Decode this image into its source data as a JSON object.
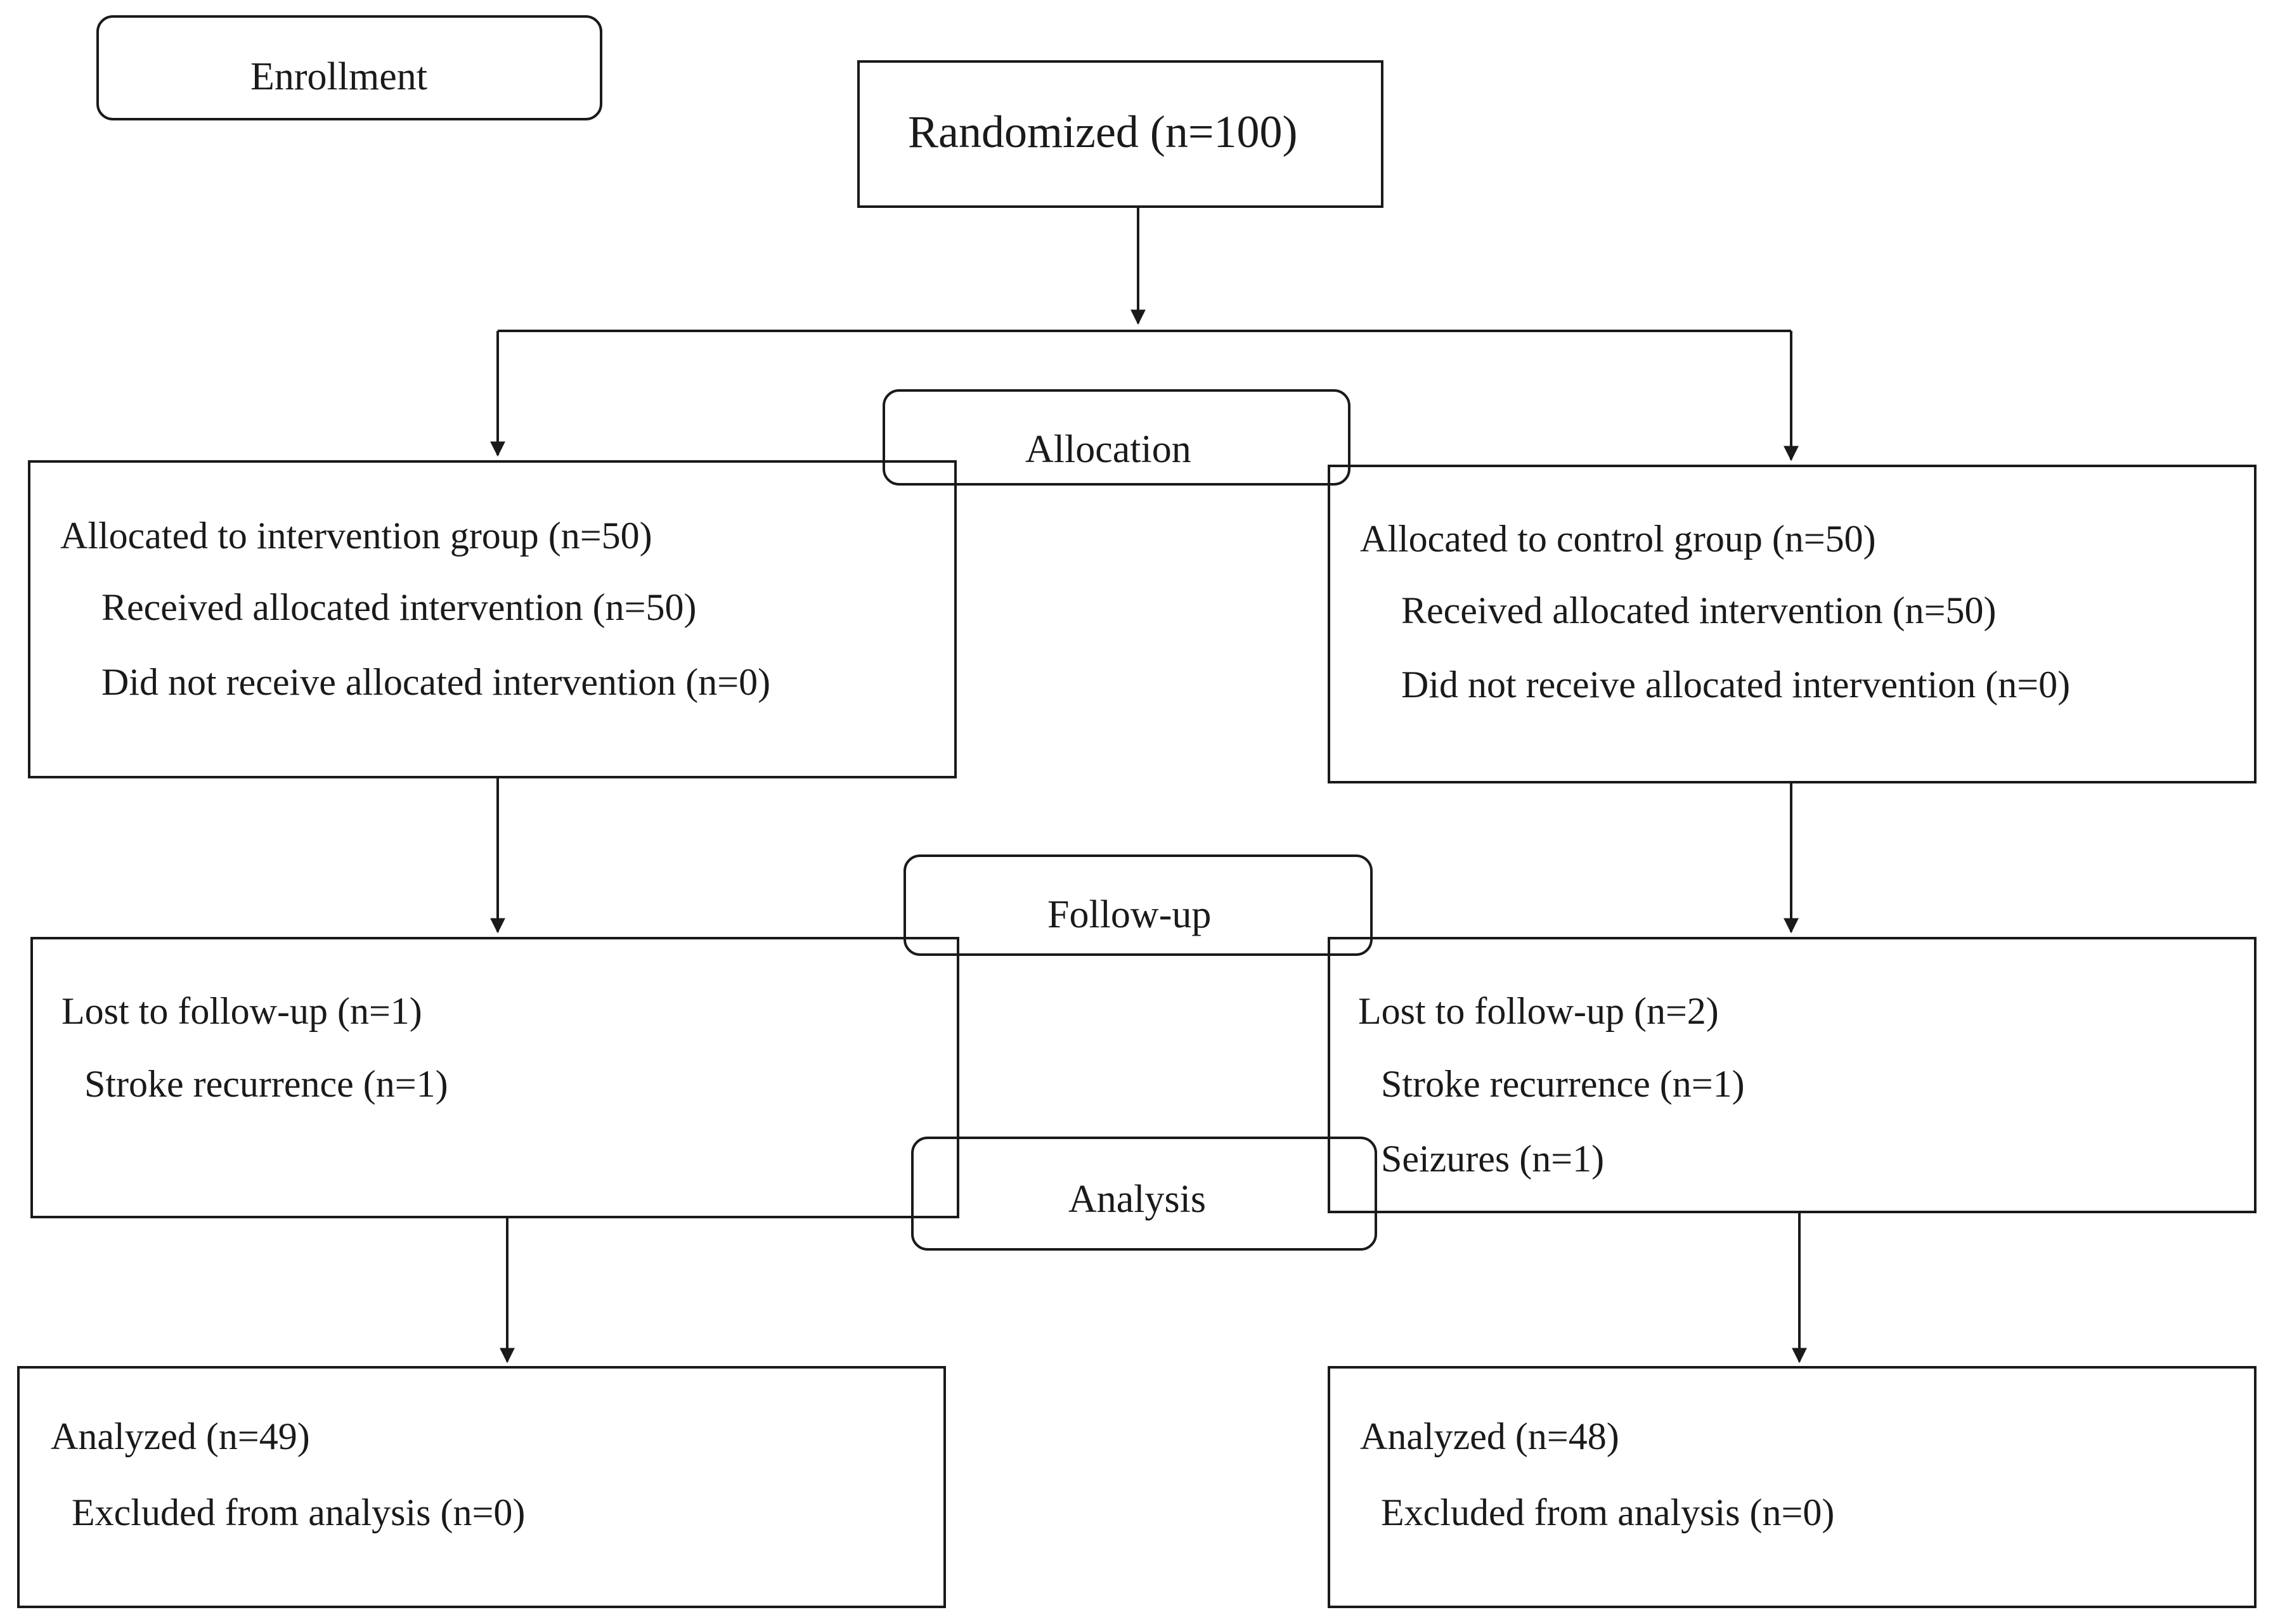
{
  "stages": {
    "enrollment": "Enrollment",
    "allocation": "Allocation",
    "follow_up": "Follow-up",
    "analysis": "Analysis"
  },
  "randomized": "Randomized (n=100)",
  "left": {
    "allocated": "Allocated to intervention group (n=50)",
    "received": "Received allocated intervention (n=50)",
    "not_received": "Did not receive allocated intervention (n=0)",
    "lost": "Lost to follow-up (n=1)",
    "stroke": "Stroke recurrence (n=1)",
    "analyzed": "Analyzed (n=49)",
    "excluded": "Excluded from analysis (n=0)"
  },
  "right": {
    "allocated": "Allocated to control group (n=50)",
    "received": "Received allocated intervention (n=50)",
    "not_received": "Did not receive allocated intervention (n=0)",
    "lost": "Lost to follow-up (n=2)",
    "stroke": "Stroke recurrence (n=1)",
    "seizures": "Seizures (n=1)",
    "analyzed": "Analyzed (n=48)",
    "excluded": "Excluded from analysis (n=0)"
  },
  "colors": {
    "stroke": "#1a1a1a",
    "background": "#ffffff"
  }
}
